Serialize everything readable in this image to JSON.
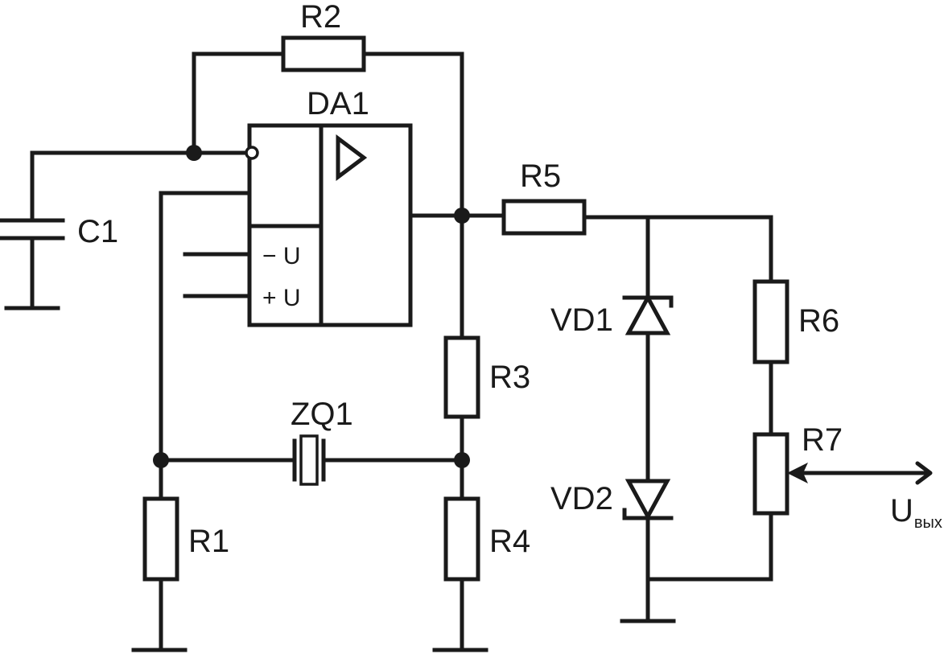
{
  "labels": {
    "r1": "R1",
    "r2": "R2",
    "r3": "R3",
    "r4": "R4",
    "r5": "R5",
    "r6": "R6",
    "r7": "R7",
    "c1": "C1",
    "da1": "DA1",
    "zq1": "ZQ1",
    "vd1": "VD1",
    "vd2": "VD2",
    "supply_neg": "− U",
    "supply_pos": "+ U",
    "output_main": "U",
    "output_sub": "вых"
  }
}
